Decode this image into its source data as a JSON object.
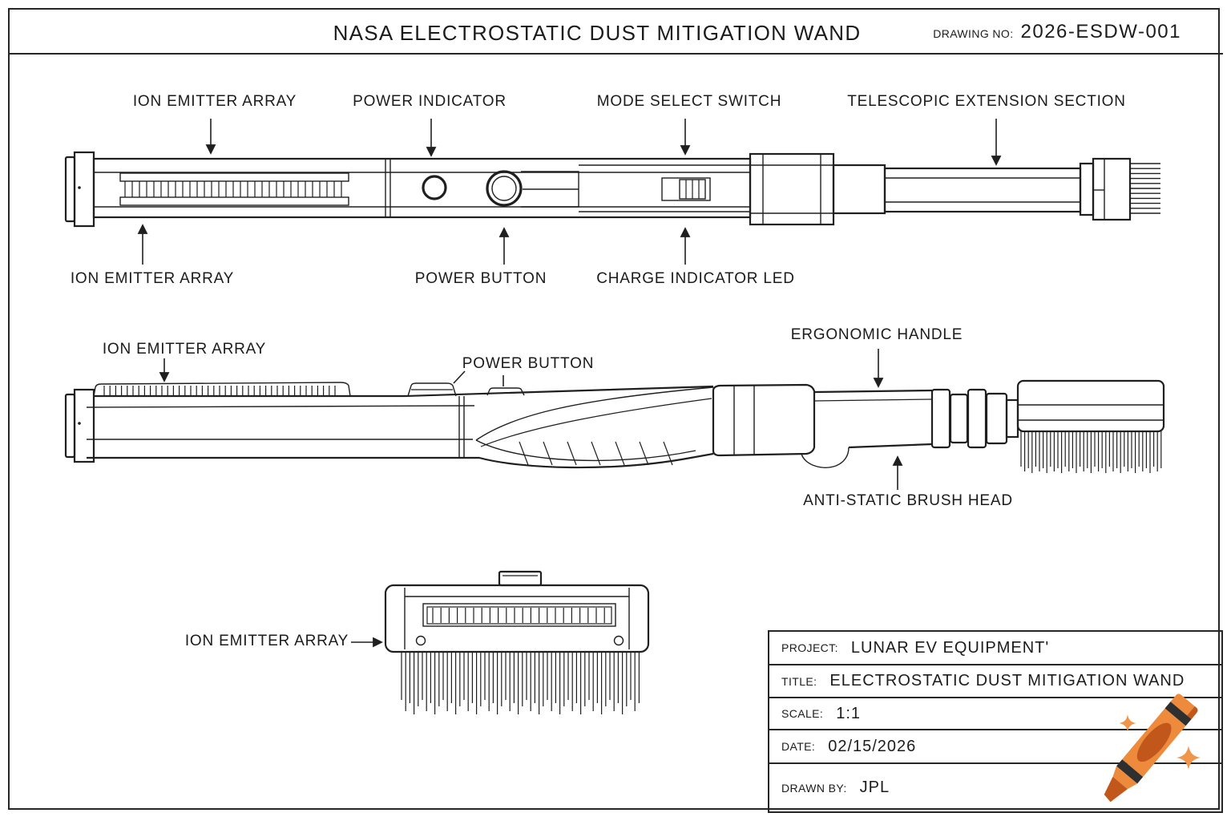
{
  "page": {
    "title": "NASA ELECTROSTATIC DUST MITIGATION WAND",
    "drawing_no_label": "DRAWING NO:",
    "drawing_no": "2026-ESDW-001"
  },
  "views": {
    "top": {
      "ion_emitter_top": "ION EMITTER ARRAY",
      "power_indicator": "POWER INDICATOR",
      "mode_select": "MODE SELECT SWITCH",
      "telescopic": "TELESCOPIC EXTENSION SECTION",
      "ion_emitter_bottom": "ION EMITTER ARRAY",
      "power_button": "POWER BUTTON",
      "charge_led": "CHARGE INDICATOR LED"
    },
    "side": {
      "ion_emitter": "ION EMITTER ARRAY",
      "power_button": "POWER BUTTON",
      "ergonomic_handle": "ERGONOMIC HANDLE",
      "brush_head": "ANTI-STATIC BRUSH HEAD"
    },
    "front": {
      "ion_emitter": "ION EMITTER ARRAY"
    }
  },
  "title_block": {
    "rows": [
      {
        "label": "PROJECT:",
        "value": "LUNAR EV EQUIPMENT'"
      },
      {
        "label": "TITLE:",
        "value": "ELECTROSTATIC DUST MITIGATION WAND"
      },
      {
        "label": "SCALE:",
        "value": "1:1"
      },
      {
        "label": "DATE:",
        "value": "02/15/2026"
      },
      {
        "label": "DRAWN BY:",
        "value": "JPL"
      }
    ]
  },
  "watermark": {
    "icon": "crayon-icon",
    "crayon_body": "#EE8A3C",
    "crayon_dark": "#C2571B",
    "band": "#2F2F2F",
    "sparkle": "#F0964B"
  },
  "colors": {
    "ink": "#1f1f1f",
    "paper": "#ffffff"
  }
}
